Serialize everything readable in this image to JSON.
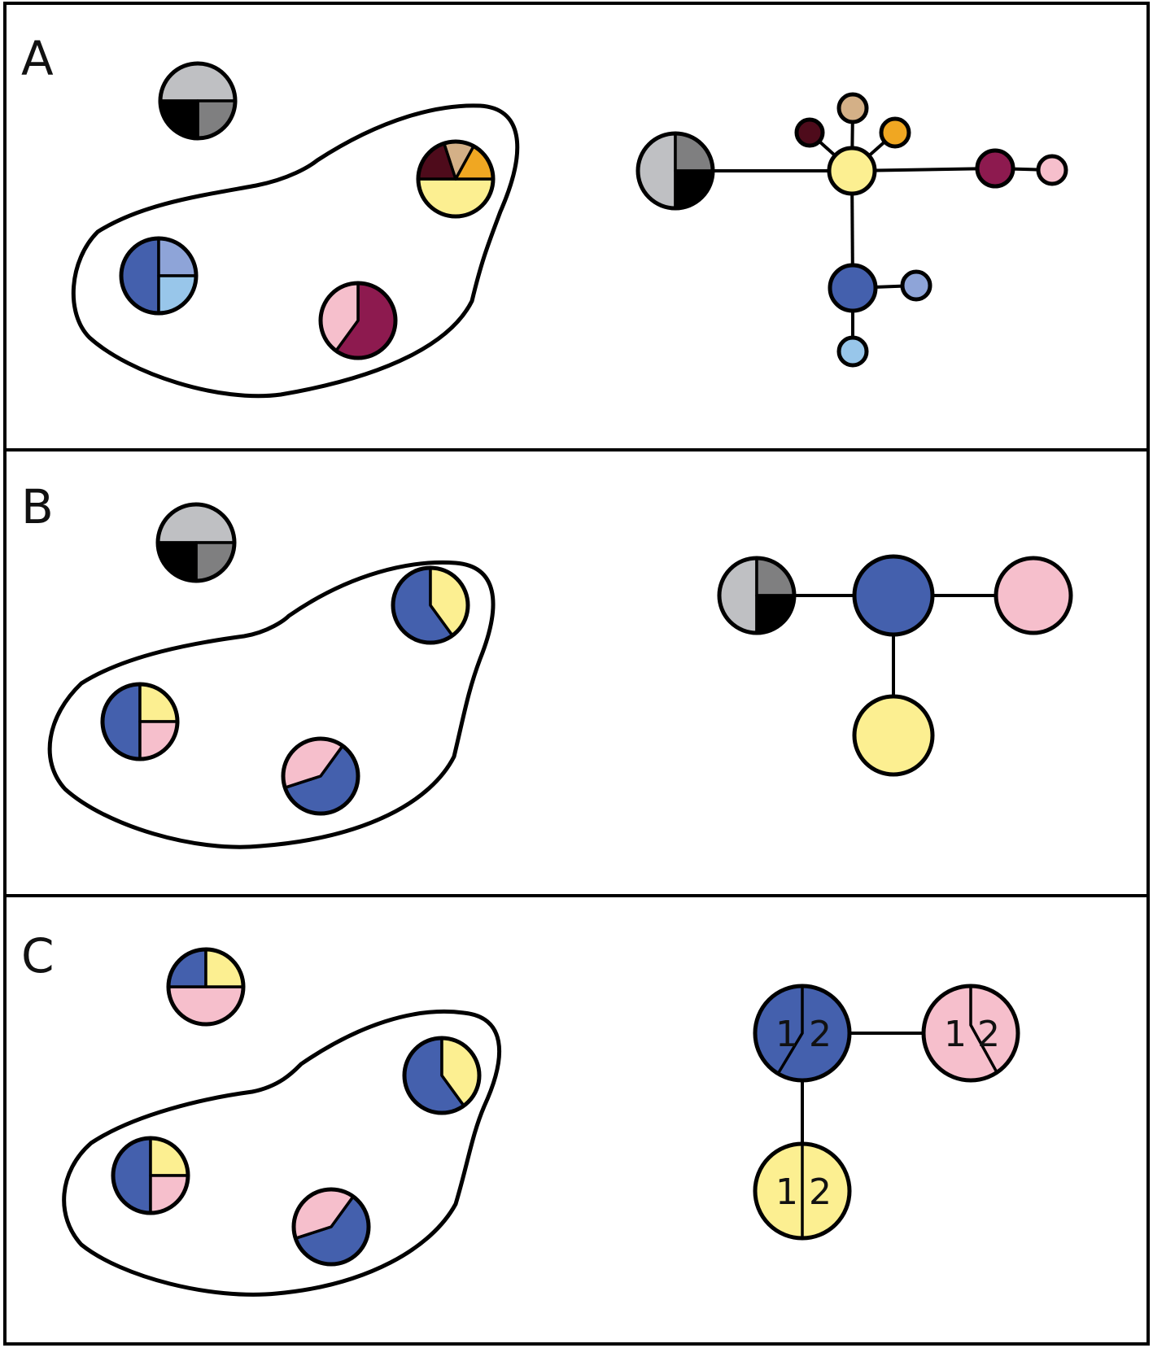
{
  "colors": {
    "black": "#000000",
    "dark_gray": "#7f7f80",
    "light_gray": "#bfc0c3",
    "blue": "#4460ad",
    "light_blue": "#98c6ea",
    "periwinkle": "#8ea4d8",
    "yellow": "#fcef91",
    "pink": "#f6bfcc",
    "maroon": "#8d1a4f",
    "dark_maroon": "#4e0b1b",
    "tan": "#d4b087",
    "orange": "#f0a722"
  },
  "panels": [
    {
      "id": "A",
      "label": "A",
      "left_pies": [
        {
          "name": "outgroup-pie",
          "slices": [
            [
              "light_gray",
              0.5
            ],
            [
              "dark_gray",
              0.25
            ],
            [
              "black",
              0.25
            ]
          ]
        },
        {
          "name": "blue-pie",
          "slices": [
            [
              "blue",
              0.5
            ],
            [
              "periwinkle",
              0.25
            ],
            [
              "light_blue",
              0.25
            ]
          ]
        },
        {
          "name": "yellow-pie",
          "slices": [
            [
              "yellow",
              0.5
            ],
            [
              "dark_maroon",
              0.2
            ],
            [
              "tan",
              0.13
            ],
            [
              "orange",
              0.17
            ]
          ]
        },
        {
          "name": "maroon-pie",
          "slices": [
            [
              "maroon",
              0.6
            ],
            [
              "pink",
              0.4
            ]
          ]
        }
      ],
      "network_nodes": [
        {
          "id": "outgroup",
          "slices": [
            [
              "light_gray",
              0.5
            ],
            [
              "dark_gray",
              0.25
            ],
            [
              "black",
              0.25
            ]
          ]
        },
        {
          "id": "yellow",
          "color": "yellow"
        },
        {
          "id": "dark-maroon",
          "color": "dark_maroon"
        },
        {
          "id": "tan",
          "color": "tan"
        },
        {
          "id": "orange",
          "color": "orange"
        },
        {
          "id": "maroon",
          "color": "maroon"
        },
        {
          "id": "pink",
          "color": "pink"
        },
        {
          "id": "blue",
          "color": "blue"
        },
        {
          "id": "periwinkle",
          "color": "periwinkle"
        },
        {
          "id": "light-blue",
          "color": "light_blue"
        }
      ],
      "network_edges": [
        [
          "outgroup",
          "yellow"
        ],
        [
          "yellow",
          "dark-maroon"
        ],
        [
          "yellow",
          "tan"
        ],
        [
          "yellow",
          "orange"
        ],
        [
          "yellow",
          "maroon"
        ],
        [
          "maroon",
          "pink"
        ],
        [
          "yellow",
          "blue"
        ],
        [
          "blue",
          "periwinkle"
        ],
        [
          "blue",
          "light-blue"
        ]
      ]
    },
    {
      "id": "B",
      "label": "B",
      "left_pies": [
        {
          "name": "outgroup-pie",
          "slices": [
            [
              "light_gray",
              0.5
            ],
            [
              "dark_gray",
              0.25
            ],
            [
              "black",
              0.25
            ]
          ]
        },
        {
          "name": "upper-right-pie",
          "slices": [
            [
              "blue",
              0.6
            ],
            [
              "yellow",
              0.4
            ]
          ]
        },
        {
          "name": "lower-left-pie",
          "slices": [
            [
              "blue",
              0.5
            ],
            [
              "yellow",
              0.25
            ],
            [
              "pink",
              0.25
            ]
          ]
        },
        {
          "name": "lower-right-pie",
          "slices": [
            [
              "blue",
              0.6
            ],
            [
              "pink",
              0.4
            ]
          ]
        }
      ],
      "network_nodes": [
        {
          "id": "outgroup",
          "slices": [
            [
              "light_gray",
              0.5
            ],
            [
              "dark_gray",
              0.25
            ],
            [
              "black",
              0.25
            ]
          ]
        },
        {
          "id": "blue",
          "color": "blue"
        },
        {
          "id": "pink",
          "color": "pink"
        },
        {
          "id": "yellow",
          "color": "yellow"
        }
      ],
      "network_edges": [
        [
          "outgroup",
          "blue"
        ],
        [
          "blue",
          "pink"
        ],
        [
          "blue",
          "yellow"
        ]
      ]
    },
    {
      "id": "C",
      "label": "C",
      "left_pies": [
        {
          "name": "outgroup-pie",
          "slices": [
            [
              "pink",
              0.5
            ],
            [
              "blue",
              0.25
            ],
            [
              "yellow",
              0.25
            ]
          ]
        },
        {
          "name": "upper-right-pie",
          "slices": [
            [
              "blue",
              0.6
            ],
            [
              "yellow",
              0.4
            ]
          ]
        },
        {
          "name": "lower-left-pie",
          "slices": [
            [
              "blue",
              0.5
            ],
            [
              "yellow",
              0.25
            ],
            [
              "pink",
              0.25
            ]
          ]
        },
        {
          "name": "lower-right-pie",
          "slices": [
            [
              "blue",
              0.6
            ],
            [
              "pink",
              0.4
            ]
          ]
        }
      ],
      "network_nodes": [
        {
          "id": "blue",
          "color": "blue",
          "labels": [
            "1",
            "2"
          ]
        },
        {
          "id": "pink",
          "color": "pink",
          "labels": [
            "1",
            "2"
          ]
        },
        {
          "id": "yellow",
          "color": "yellow",
          "labels": [
            "1",
            "2"
          ]
        }
      ],
      "network_edges": [
        [
          "blue",
          "pink"
        ],
        [
          "blue",
          "yellow"
        ]
      ]
    }
  ]
}
